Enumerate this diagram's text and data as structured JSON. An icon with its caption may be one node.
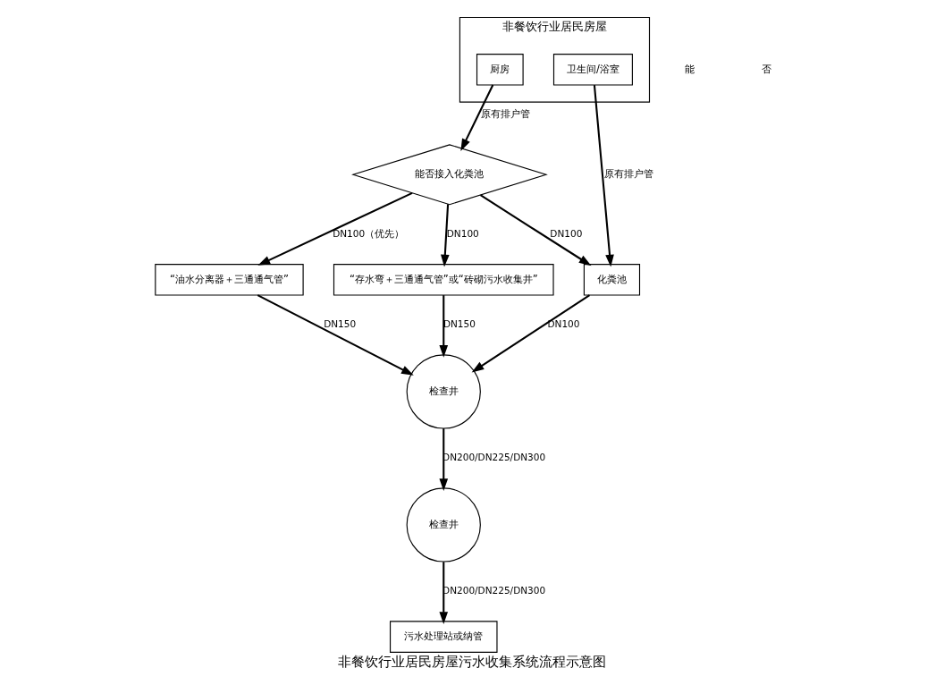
{
  "diagram": {
    "caption": "非餐饮行业居民房屋污水收集系统流程示意图",
    "nodes": [
      {
        "text": [
          "非餐饮行业居民房屋"
        ]
      },
      {
        "text": [
          "厨房"
        ],
        "in": 0
      },
      {
        "text": [
          "卫生间/浴室"
        ],
        "in": 0
      },
      {
        "text": [
          "能否接入化粪池"
        ]
      },
      {
        "text": [
          "化粪池"
        ]
      },
      {
        "text": [
          "“油水分离器＋三通通气管”"
        ]
      },
      {
        "text": [
          "“存水弯＋三通通气管”或“砖砌污水收集井”"
        ]
      },
      {
        "text": [
          "检查井"
        ]
      },
      {
        "text": [
          "检查井"
        ]
      },
      {
        "text": [
          "污水处理站或纳管"
        ]
      }
    ],
    "edges": [
      {
        "from": 1,
        "to": 3,
        "arrow": "to",
        "label": "原有排户管"
      },
      {
        "from": 2,
        "to": 4,
        "arrow": "to",
        "label": "原有排户管"
      },
      {
        "from": 3,
        "to": 4,
        "arrow": "to",
        "label": "DN100"
      },
      {
        "from": 3,
        "to": 5,
        "arrow": "to",
        "label": "DN100（优先）"
      },
      {
        "from": 3,
        "to": 6,
        "arrow": "to",
        "label": "DN100"
      },
      {
        "from": 4,
        "to": 7,
        "arrow": "to",
        "label": "DN100"
      },
      {
        "from": 5,
        "to": 7,
        "arrow": "to",
        "label": "DN150"
      },
      {
        "from": 6,
        "to": 7,
        "arrow": "to",
        "label": "DN150"
      },
      {
        "from": 7,
        "to": 8,
        "arrow": "to",
        "label": "DN200/DN225/DN300"
      },
      {
        "from": 8,
        "to": 9,
        "arrow": "to",
        "label": "DN200/DN225/DN300"
      }
    ],
    "labels": [
      "能",
      "否"
    ]
  }
}
